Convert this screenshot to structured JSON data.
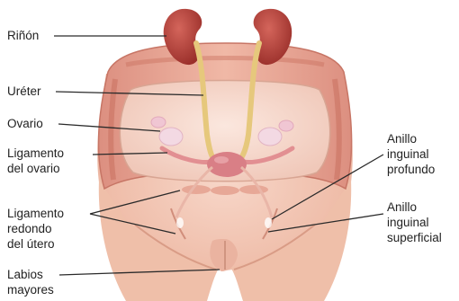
{
  "labels": {
    "rinon": "Riñón",
    "ureter": "Uréter",
    "ovario": "Ovario",
    "ligamento_ovario": [
      "Ligamento",
      "del ovario"
    ],
    "ligamento_redondo": [
      "Ligamento",
      "redondo",
      "del útero"
    ],
    "labios_mayores": [
      "Labios",
      "mayores"
    ],
    "anillo_profundo": [
      "Anillo",
      "inguinal",
      "profundo"
    ],
    "anillo_superficial": [
      "Anillo",
      "inguinal",
      "superficial"
    ]
  },
  "colors": {
    "skin": "#f1c3b0",
    "pelvic_wall": "#e7a998",
    "muscle": "#d9867a",
    "kidney": "#b3413a",
    "ureter": "#e8cf88",
    "ovary": "#f2d4df",
    "uterus": "#d97f86",
    "leader_line": "#2a2a2a"
  },
  "icons": [
    "kidney-left-icon",
    "kidney-right-icon"
  ]
}
